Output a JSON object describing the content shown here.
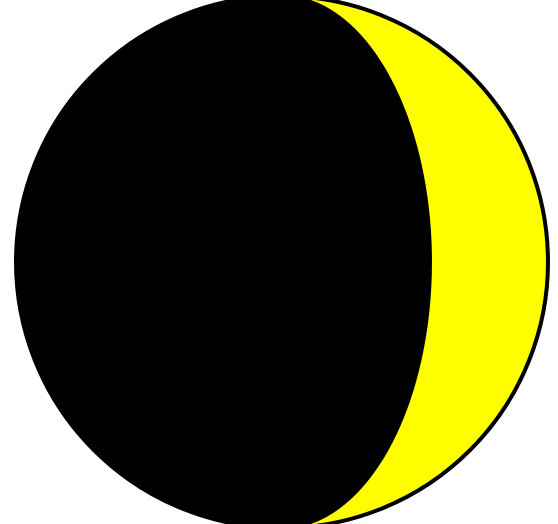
{
  "moon": {
    "illuminated_fraction": 0.22,
    "phase": "waxing-crescent",
    "lit_side": "right",
    "colors": {
      "lit": "#ffff00",
      "dark": "#000000",
      "background": "#ffffff",
      "outline": "#000000"
    }
  }
}
